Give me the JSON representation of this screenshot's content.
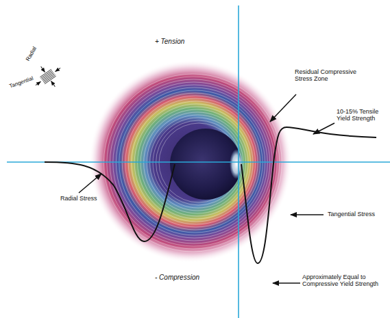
{
  "diagram": {
    "labels": [
      "+ Tension",
      "Residual Compressive Stress Zone",
      "10-15% Tensile Yield Strength",
      "Radial",
      "Tangential",
      "Radial Stress",
      "Tangential Stress",
      "- Compression",
      "Approximately Equal to Compressive Yield Strength"
    ]
  }
}
